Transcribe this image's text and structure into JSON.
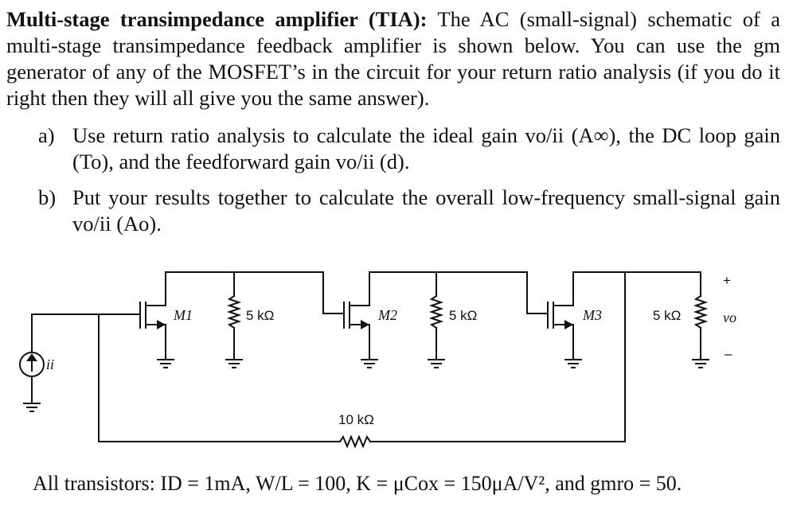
{
  "problem": {
    "title": "Multi-stage transimpedance amplifier (TIA):",
    "intro": "The AC (small-signal) schematic of a multi-stage transimpedance feedback amplifier is shown below. You can use the gm generator of any of the MOSFET’s in the circuit for your return ratio analysis (if you do it right then they will all give you the same answer).",
    "parts": [
      {
        "label": "a)",
        "text": "Use return ratio analysis to calculate the ideal gain vo/ii (A∞), the DC loop gain (To), and the feedforward gain vo/ii (d)."
      },
      {
        "label": "b)",
        "text": "Put your results together to calculate the overall low-frequency small-signal gain vo/ii (Ao)."
      }
    ]
  },
  "circuit": {
    "input_source": "ii",
    "transistors": [
      "M1",
      "M2",
      "M3"
    ],
    "load_resistors": [
      "5 kΩ",
      "5 kΩ",
      "5 kΩ"
    ],
    "feedback_resistor": "10 kΩ",
    "output": {
      "label": "vo",
      "plus": "+",
      "minus": "–"
    }
  },
  "footer": {
    "text": "All transistors: ID = 1mA, W/L = 100, K = μCox = 150μA/V², and gmro = 50."
  }
}
